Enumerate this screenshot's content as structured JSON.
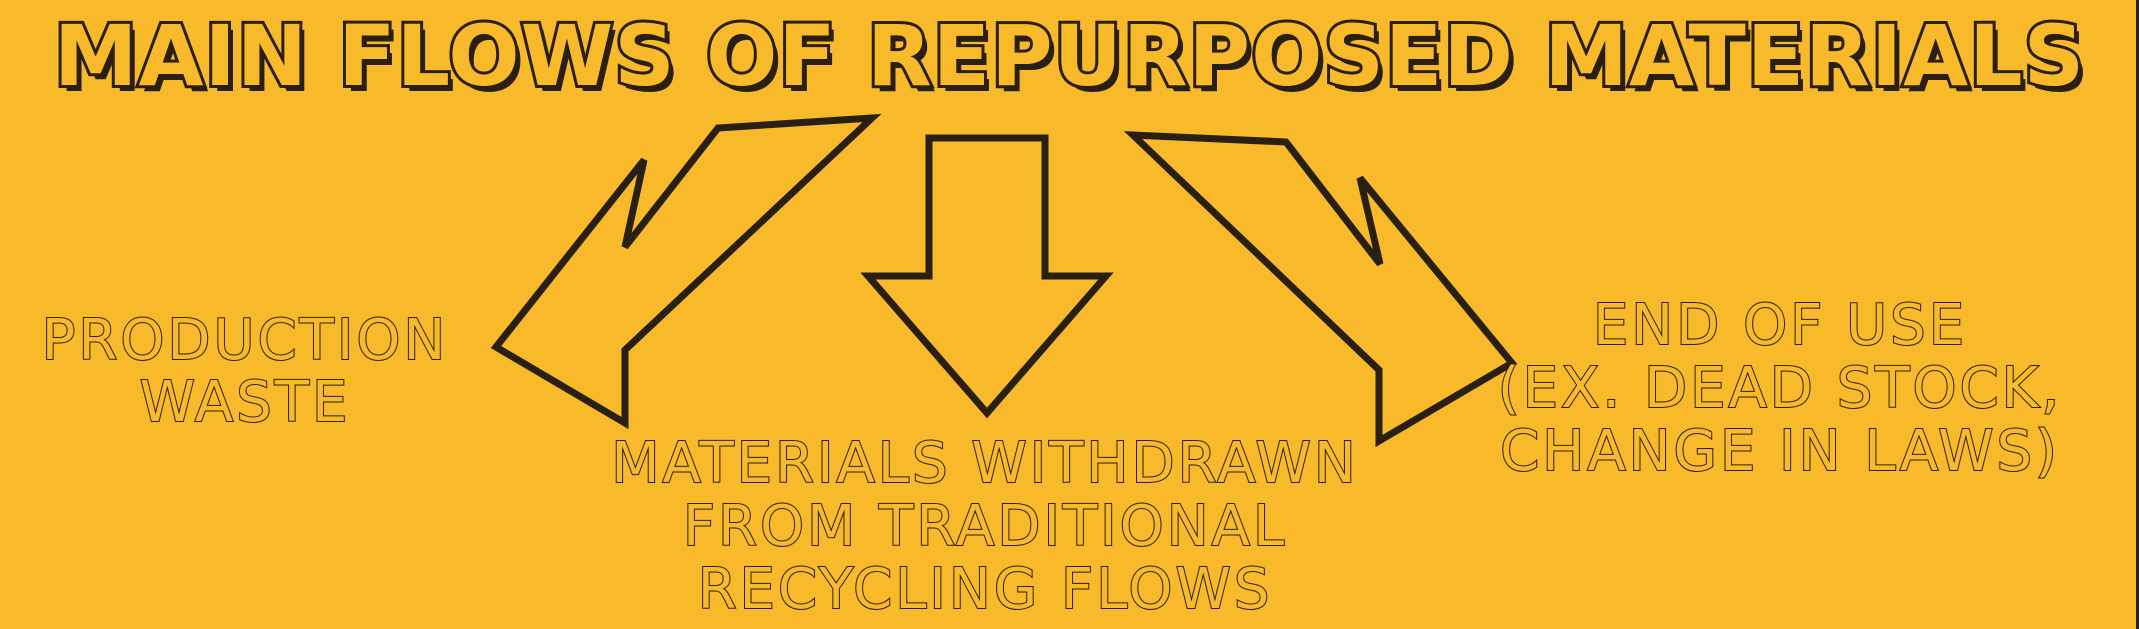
{
  "title": "MAIN FLOWS OF REPURPOSED MATERIALS",
  "flows": [
    {
      "id": "production",
      "lines": [
        "PRODUCTION",
        "WASTE"
      ]
    },
    {
      "id": "withdrawn",
      "lines": [
        "MATERIALS WITHDRAWN",
        "FROM TRADITIONAL",
        "RECYCLING FLOWS"
      ]
    },
    {
      "id": "endofuse",
      "lines": [
        "END OF USE",
        "(EX. DEAD STOCK,",
        "CHANGE IN LAWS)"
      ]
    }
  ],
  "colors": {
    "background": "#F8BA2B",
    "ink": "#2a1f13"
  }
}
